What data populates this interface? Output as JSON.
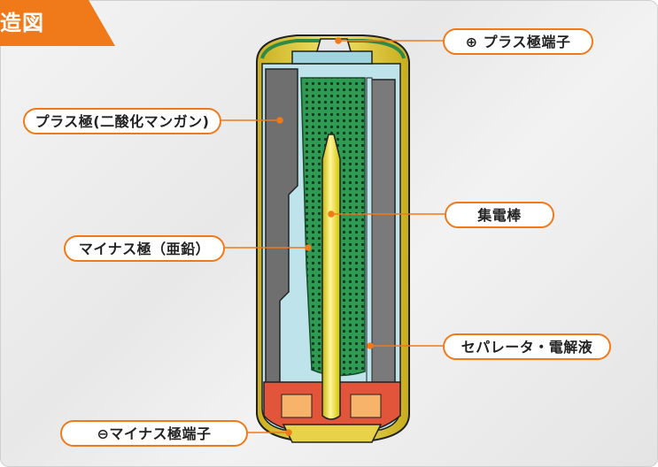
{
  "header": {
    "title": "造図"
  },
  "labels": {
    "plus_terminal": "⊕ プラス極端子",
    "plus_electrode": "プラス極(二酸化マンガン)",
    "collector": "集電棒",
    "minus_electrode": "マイナス極（亜鉛）",
    "separator": "セパレータ・電解液",
    "minus_terminal": "⊖マイナス極端子"
  },
  "colors": {
    "accent": "#f07a1a",
    "leader_line": "#f07a1a",
    "casing": "#e8d24a",
    "manganese": "#6f6f6f",
    "zinc_gel": "#2e9a52",
    "collector_rod": "#f2e600",
    "separator": "#bfe3ea",
    "bottom_seal": "#e2553a"
  }
}
